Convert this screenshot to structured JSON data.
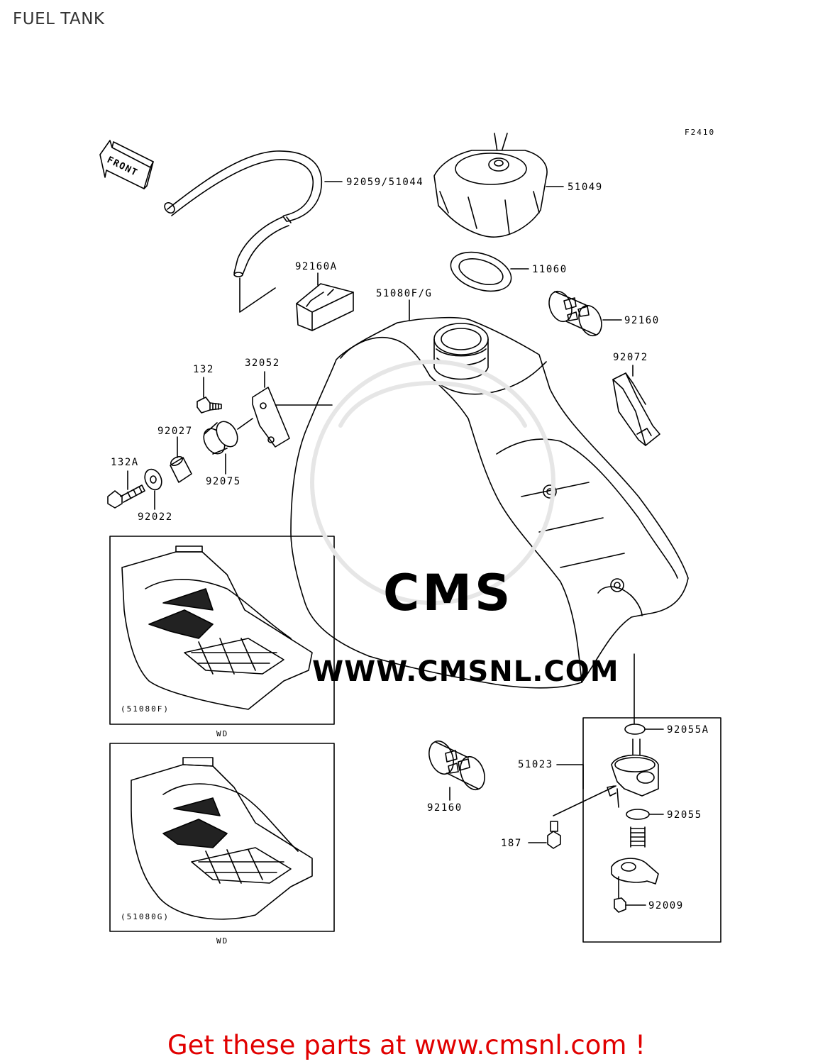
{
  "header": {
    "title": "FUEL TANK"
  },
  "diagram": {
    "figure_code": "F2410",
    "direction_label": "FRONT",
    "part_labels": {
      "p92059": "92059/51044",
      "p51049": "51049",
      "p11060": "11060",
      "p92160A": "92160A",
      "p51080FG": "51080F/G",
      "p92160_upper": "92160",
      "p92072": "92072",
      "p132": "132",
      "p32052": "32052",
      "p92027": "92027",
      "p132A": "132A",
      "p92075": "92075",
      "p92022": "92022",
      "p92055A": "92055A",
      "p51023": "51023",
      "p92160_lower": "92160",
      "p92055": "92055",
      "p187": "187",
      "p92009": "92009"
    },
    "variants": [
      {
        "code": "(51080F)",
        "note": "WD"
      },
      {
        "code": "(51080G)",
        "note": "WD"
      }
    ],
    "watermark_text": "WWW.CMSNL.COM",
    "watermark_logo": "CMS"
  },
  "footer": {
    "promo": "Get these parts at www.cmsnl.com !"
  }
}
